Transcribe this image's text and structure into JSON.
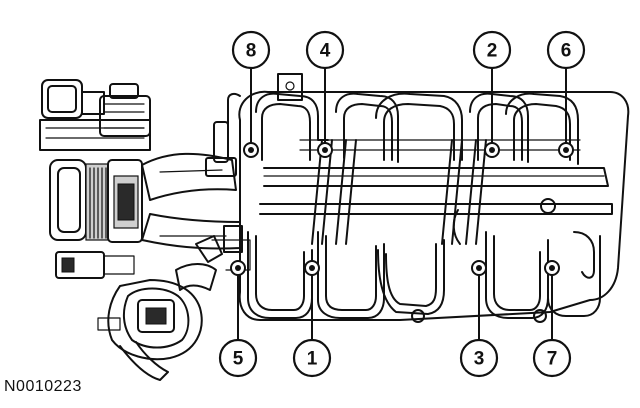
{
  "figure_id": "N0010223",
  "callouts": [
    {
      "number": "8",
      "bolt": "upper-left"
    },
    {
      "number": "4",
      "bolt": "upper-center-left"
    },
    {
      "number": "2",
      "bolt": "upper-center-right"
    },
    {
      "number": "6",
      "bolt": "upper-right"
    },
    {
      "number": "5",
      "bolt": "lower-left"
    },
    {
      "number": "1",
      "bolt": "lower-center-left"
    },
    {
      "number": "3",
      "bolt": "lower-center-right"
    },
    {
      "number": "7",
      "bolt": "lower-right"
    }
  ]
}
